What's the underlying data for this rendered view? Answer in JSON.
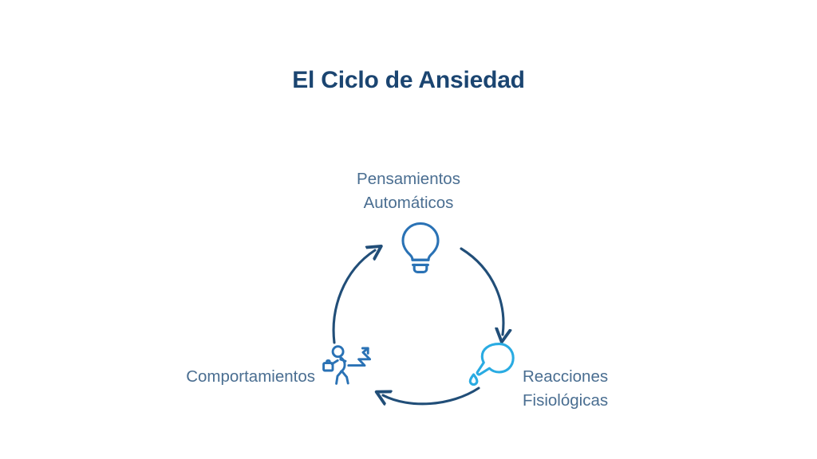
{
  "slide": {
    "title": "El Ciclo de Ansiedad",
    "background_color": "#ffffff"
  },
  "theme": {
    "title_color": "#1b4571",
    "label_color": "#4a6e91",
    "arrow_color": "#214e78",
    "icon_blue_dark": "#2a72b5",
    "icon_blue_bright": "#29abe2"
  },
  "diagram": {
    "type": "cycle",
    "direction": "clockwise",
    "nodes": [
      {
        "id": "thoughts",
        "label": "Pensamientos\nAutomáticos",
        "icon": "lightbulb-icon",
        "position": "top"
      },
      {
        "id": "reactions",
        "label": "Reacciones\nFisiológicas",
        "icon": "sweat-drop-icon",
        "position": "bottom-right"
      },
      {
        "id": "behaviors",
        "label": "Comportamientos",
        "icon": "running-person-icon",
        "position": "bottom-left"
      }
    ],
    "arrows": [
      {
        "id": "thoughts-to-reactions",
        "from": "thoughts",
        "to": "reactions",
        "side": "right"
      },
      {
        "id": "reactions-to-behaviors",
        "from": "reactions",
        "to": "behaviors",
        "side": "bottom"
      },
      {
        "id": "behaviors-to-thoughts",
        "from": "behaviors",
        "to": "thoughts",
        "side": "left"
      }
    ]
  }
}
